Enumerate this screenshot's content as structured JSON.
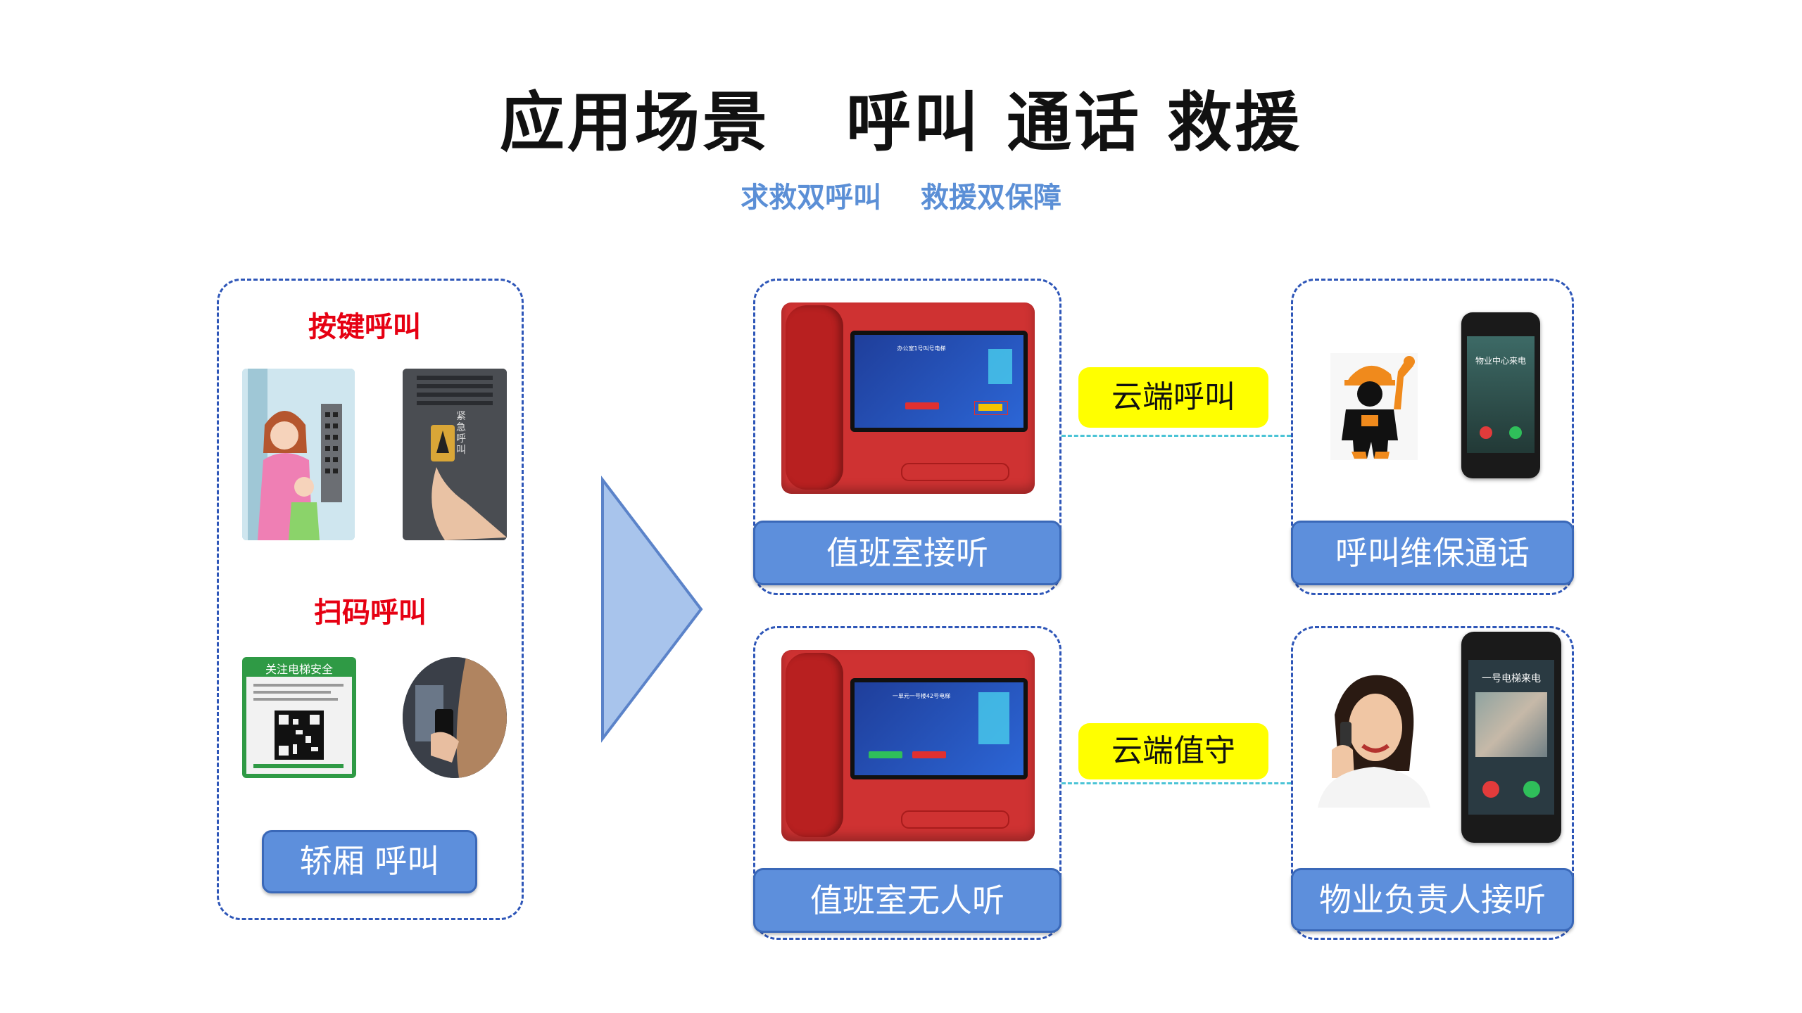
{
  "header": {
    "title": "应用场景   呼叫 通话 救援",
    "subtitle": "求救双呼叫    救援双保障"
  },
  "left_panel": {
    "label_key_call": "按键呼叫",
    "label_scan_call": "扫码呼叫",
    "qr_sign_title": "关注电梯安全",
    "car_call_button": "轿厢 呼叫",
    "button_panel_text": "紧急呼叫"
  },
  "terminal_top": {
    "screen_title": "办公室1号叫号电梯",
    "button_label": "值班室接听"
  },
  "terminal_bottom": {
    "screen_title": "一单元一号楼42号电梯",
    "button_label": "值班室无人听"
  },
  "connectors": {
    "top_tag": "云端呼叫",
    "bottom_tag": "云端值守"
  },
  "right_top": {
    "phone_caller": "物业中心来电",
    "button_label": "呼叫维保通话"
  },
  "right_bottom": {
    "phone_caller": "一号电梯来电",
    "button_label": "物业负责人接听"
  },
  "colors": {
    "accent_blue": "#5d8fdc",
    "dash_blue": "#2e56b8",
    "alert_red": "#e60012",
    "tag_yellow": "#ffff00",
    "terminal_red": "#c92a2a"
  }
}
